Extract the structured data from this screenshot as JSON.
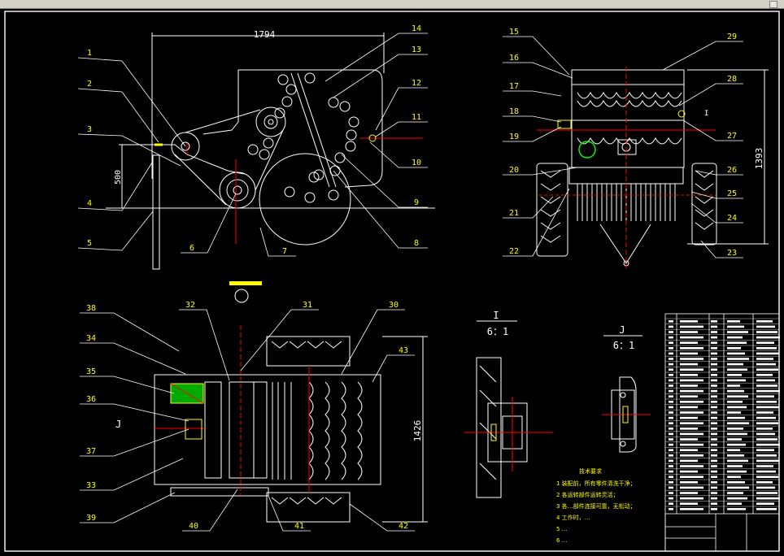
{
  "window": {
    "title": ""
  },
  "dimensions": {
    "front_width": "1794",
    "front_height": "500",
    "side_height": "1393",
    "plan_height": "1426"
  },
  "detail_views": {
    "I": {
      "label": "I",
      "scale": "6：1"
    },
    "J": {
      "label": "J",
      "scale": "6：1"
    }
  },
  "side_marker": "I",
  "plan_marker": "J",
  "part_numbers": [
    "1",
    "2",
    "3",
    "4",
    "5",
    "6",
    "7",
    "8",
    "9",
    "10",
    "11",
    "12",
    "13",
    "14",
    "15",
    "16",
    "17",
    "18",
    "19",
    "20",
    "21",
    "22",
    "23",
    "24",
    "25",
    "26",
    "27",
    "28",
    "29",
    "30",
    "31",
    "32",
    "33",
    "34",
    "35",
    "36",
    "37",
    "38",
    "39",
    "40",
    "41",
    "42",
    "43"
  ],
  "tech_notes": {
    "title": "技术要求",
    "items": [
      "1 装配前，所有零件清洗干净；",
      "2 各运转部件运转灵活；",
      "3 各…部件连接可靠，无松动；",
      "4 工作时，…",
      "5 …",
      "6 …"
    ]
  },
  "colors": {
    "background": "#000000",
    "line_white": "#ffffff",
    "line_yellow": "#ffff00",
    "line_red": "#ff0000",
    "line_green": "#00ff00",
    "line_cyan": "#00ffff"
  }
}
